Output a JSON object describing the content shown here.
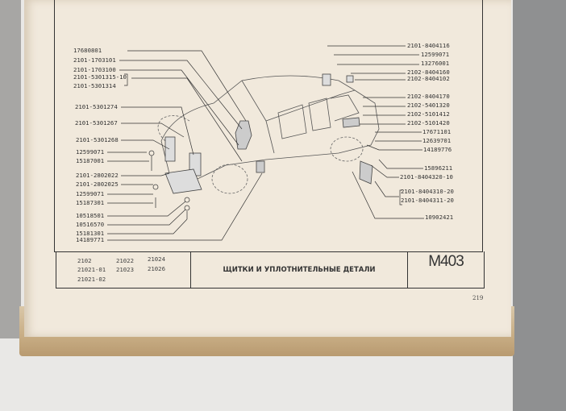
{
  "left_callouts": [
    "17680801",
    "2101-1703101",
    "2101-1703100",
    "2101-5301315-10",
    "2101-5301314",
    "2101-5301274",
    "2101-5301267",
    "2101-5301268",
    "12599071",
    "15187001",
    "2101-2802022",
    "2101-2802025",
    "12599071",
    "15187301",
    "10518501",
    "10516570",
    "15181301",
    "14189771"
  ],
  "right_callouts": [
    "2101-8404116",
    "12599071",
    "13276001",
    "2102-8404160",
    "2102-8404102",
    "2102-8404170",
    "2102-5401320",
    "2102-5101412",
    "2102-5101420",
    "17671101",
    "12639701",
    "14189776",
    "15896211",
    "2101-8404320-10",
    "2101-8404310-20",
    "2101-8404311-20",
    "10902421"
  ],
  "models": [
    "2102",
    "21022",
    "21024",
    "21021-01",
    "21023",
    "21026",
    "21021-02"
  ],
  "section_title": "ЩИТКИ И УПЛОТНИТЕЛЬНЫЕ ДЕТАЛИ",
  "section_code": "M403",
  "page_number": "219"
}
